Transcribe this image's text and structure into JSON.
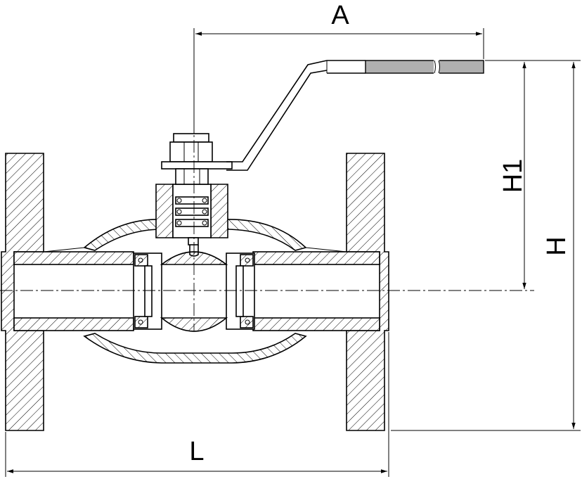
{
  "drawing": {
    "labels": {
      "A": "A",
      "H1": "H1",
      "H": "H",
      "L": "L"
    },
    "colors": {
      "line": "#000000",
      "handle_grip": "#b0b0b0",
      "background": "#ffffff"
    }
  }
}
